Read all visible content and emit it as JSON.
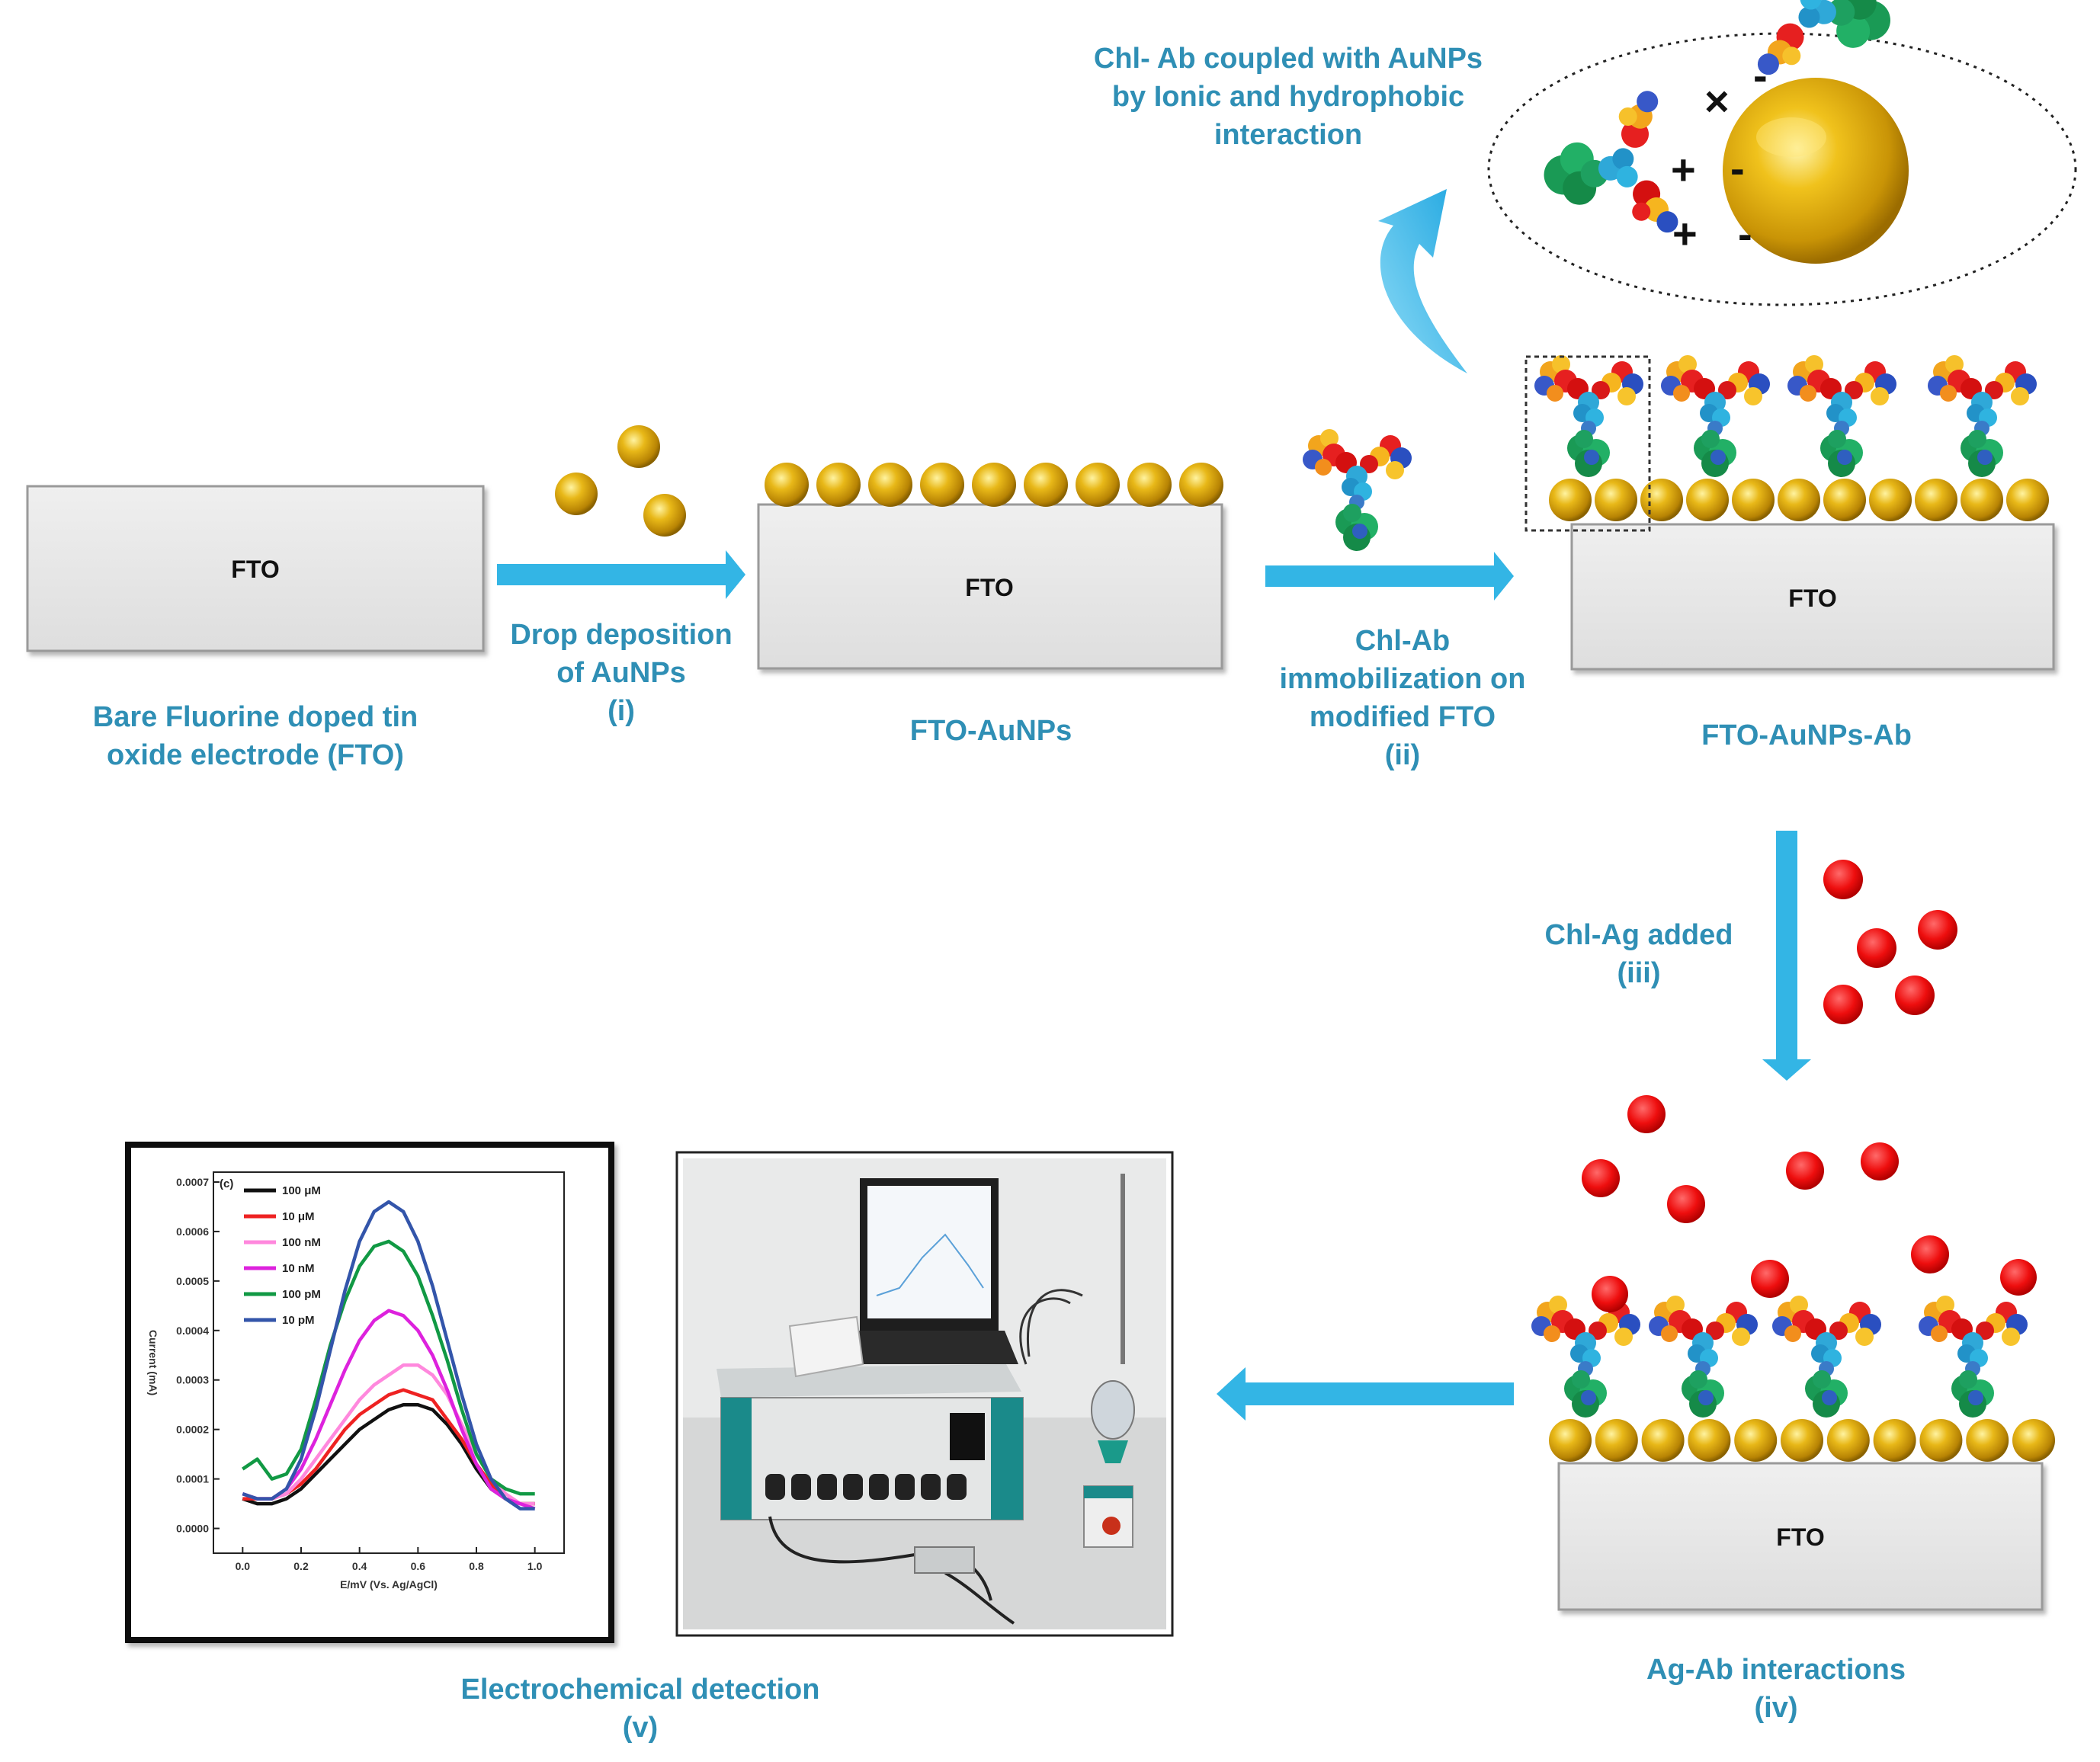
{
  "labels": {
    "fto": "FTO",
    "bare_line1": "Bare Fluorine doped tin",
    "bare_line2": "oxide electrode (FTO)",
    "step1_line1": "Drop deposition",
    "step1_line2": "of AuNPs",
    "step1_num": "(i)",
    "fto_aunps": "FTO-AuNPs",
    "step2_line1": "Chl-Ab",
    "step2_line2": "immobilization on",
    "step2_line3": "modified FTO",
    "step2_num": "(ii)",
    "fto_aunps_ab": "FTO-AuNPs-Ab",
    "coupled_line1": "Chl- Ab coupled with AuNPs",
    "coupled_line2": "by Ionic and hydrophobic",
    "coupled_line3": "interaction",
    "step3_line1": "Chl-Ag added",
    "step3_num": "(iii)",
    "step4_line1": "Ag-Ab interactions",
    "step4_num": "(iv)",
    "step5_line1": "Electrochemical detection",
    "step5_num": "(v)"
  },
  "charge_signs": {
    "plus": "+",
    "minus": "-",
    "times": "×"
  },
  "colors": {
    "caption": "#2f8fb5",
    "arrow": "#33b5e5",
    "gold": "#d9a90f",
    "antigen": "#ee1111",
    "electrode": "#e6e6e6"
  },
  "chart_data": {
    "type": "line",
    "panel_label": "(c)",
    "xlabel": "E/mV (Vs. Ag/AgCl)",
    "ylabel": "Current (mA)",
    "xlim": [
      -0.1,
      1.1
    ],
    "ylim": [
      -5e-05,
      0.00072
    ],
    "xticks": [
      "0.0",
      "0.2",
      "0.4",
      "0.6",
      "0.8",
      "1.0"
    ],
    "yticks": [
      "0.0000",
      "0.0001",
      "0.0002",
      "0.0003",
      "0.0004",
      "0.0005",
      "0.0006",
      "0.0007"
    ],
    "x": [
      0.0,
      0.05,
      0.1,
      0.15,
      0.2,
      0.25,
      0.3,
      0.35,
      0.4,
      0.45,
      0.5,
      0.55,
      0.6,
      0.65,
      0.7,
      0.75,
      0.8,
      0.85,
      0.9,
      0.95,
      1.0
    ],
    "series": [
      {
        "name": "100 μM",
        "color": "#111111",
        "values": [
          6e-05,
          5e-05,
          5e-05,
          6e-05,
          8e-05,
          0.00011,
          0.00014,
          0.00017,
          0.0002,
          0.00022,
          0.00024,
          0.00025,
          0.00025,
          0.00024,
          0.00021,
          0.00017,
          0.00012,
          8e-05,
          6e-05,
          5e-05,
          5e-05
        ]
      },
      {
        "name": "10 μM",
        "color": "#ee2222",
        "values": [
          6e-05,
          6e-05,
          6e-05,
          7e-05,
          9e-05,
          0.00012,
          0.00016,
          0.0002,
          0.00023,
          0.00025,
          0.00027,
          0.00028,
          0.00027,
          0.00026,
          0.00022,
          0.00018,
          0.00013,
          9e-05,
          6e-05,
          5e-05,
          5e-05
        ]
      },
      {
        "name": "100 nM",
        "color": "#ff88dd",
        "values": [
          7e-05,
          6e-05,
          6e-05,
          7e-05,
          0.0001,
          0.00014,
          0.00018,
          0.00022,
          0.00026,
          0.00029,
          0.00031,
          0.00033,
          0.00033,
          0.00031,
          0.00027,
          0.00021,
          0.00015,
          0.0001,
          7e-05,
          5e-05,
          5e-05
        ]
      },
      {
        "name": "10 nM",
        "color": "#dd22dd",
        "values": [
          7e-05,
          6e-05,
          6e-05,
          8e-05,
          0.00012,
          0.00018,
          0.00025,
          0.00032,
          0.00038,
          0.00042,
          0.00044,
          0.00043,
          0.0004,
          0.00035,
          0.00028,
          0.0002,
          0.00013,
          8e-05,
          6e-05,
          5e-05,
          4e-05
        ]
      },
      {
        "name": "100 pM",
        "color": "#119944",
        "values": [
          0.00012,
          0.00014,
          0.0001,
          0.00011,
          0.00016,
          0.00026,
          0.00037,
          0.00046,
          0.00053,
          0.00057,
          0.00058,
          0.00056,
          0.00051,
          0.00043,
          0.00034,
          0.00024,
          0.00015,
          0.0001,
          8e-05,
          7e-05,
          7e-05
        ]
      },
      {
        "name": "10 pM",
        "color": "#3355aa",
        "values": [
          7e-05,
          6e-05,
          6e-05,
          8e-05,
          0.00014,
          0.00024,
          0.00036,
          0.00048,
          0.00058,
          0.00064,
          0.00066,
          0.00064,
          0.00058,
          0.00049,
          0.00038,
          0.00027,
          0.00017,
          0.0001,
          6e-05,
          4e-05,
          4e-05
        ]
      }
    ]
  }
}
